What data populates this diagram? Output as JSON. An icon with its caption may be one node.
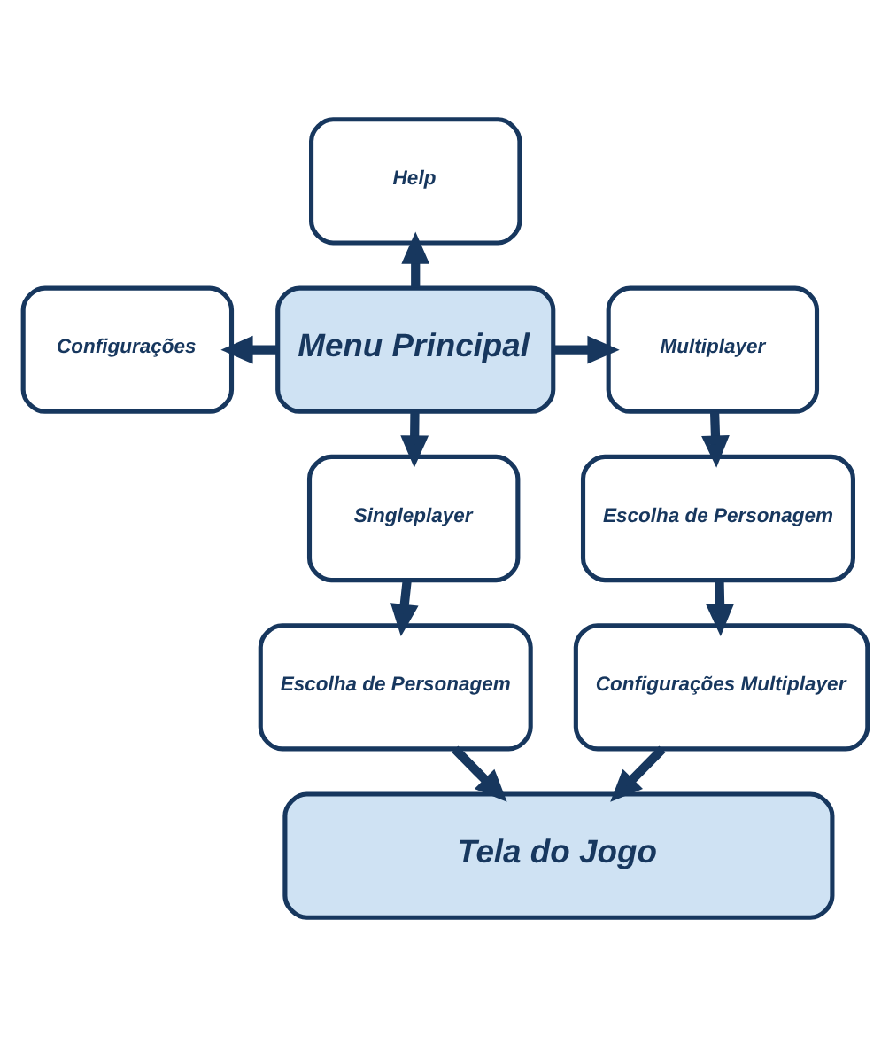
{
  "diagram": {
    "nodes": [
      {
        "text": [
          "Help"
        ]
      },
      {
        "text": [
          "Configurações"
        ]
      },
      {
        "text": [
          "Menu Principal"
        ]
      },
      {
        "text": [
          "Multiplayer"
        ]
      },
      {
        "text": [
          "Singleplayer"
        ]
      },
      {
        "text": [
          "Escolha de Personagem"
        ]
      },
      {
        "text": [
          "Escolha de Personagem"
        ]
      },
      {
        "text": [
          "Configurações Multiplayer"
        ]
      },
      {
        "text": [
          "Tela do Jogo"
        ]
      }
    ],
    "edges": [
      {
        "from": 2,
        "to": 0,
        "arrow": "to"
      },
      {
        "from": 2,
        "to": 1,
        "arrow": "to"
      },
      {
        "from": 2,
        "to": 3,
        "arrow": "to"
      },
      {
        "from": 2,
        "to": 4,
        "arrow": "to"
      },
      {
        "from": 3,
        "to": 5,
        "arrow": "to"
      },
      {
        "from": 4,
        "to": 6,
        "arrow": "to"
      },
      {
        "from": 5,
        "to": 7,
        "arrow": "to"
      },
      {
        "from": 6,
        "to": 8,
        "arrow": "to"
      },
      {
        "from": 7,
        "to": 8,
        "arrow": "to"
      }
    ]
  }
}
